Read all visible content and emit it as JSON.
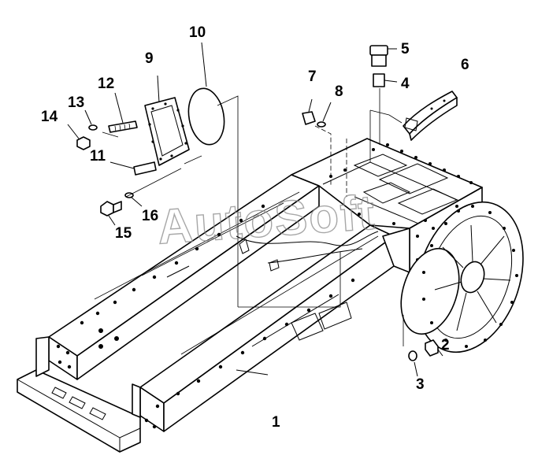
{
  "watermark": "AutoSoft",
  "callouts": [
    {
      "id": "p1",
      "text": "1"
    },
    {
      "id": "p2",
      "text": "2"
    },
    {
      "id": "p3",
      "text": "3"
    },
    {
      "id": "p4",
      "text": "4"
    },
    {
      "id": "p5",
      "text": "5"
    },
    {
      "id": "p6",
      "text": "6"
    },
    {
      "id": "p7",
      "text": "7"
    },
    {
      "id": "p8",
      "text": "8"
    },
    {
      "id": "p9",
      "text": "9"
    },
    {
      "id": "p10",
      "text": "10"
    },
    {
      "id": "p11",
      "text": "11"
    },
    {
      "id": "p12",
      "text": "12"
    },
    {
      "id": "p13",
      "text": "13"
    },
    {
      "id": "p14",
      "text": "14"
    },
    {
      "id": "p15",
      "text": "15"
    },
    {
      "id": "p16",
      "text": "16"
    }
  ]
}
